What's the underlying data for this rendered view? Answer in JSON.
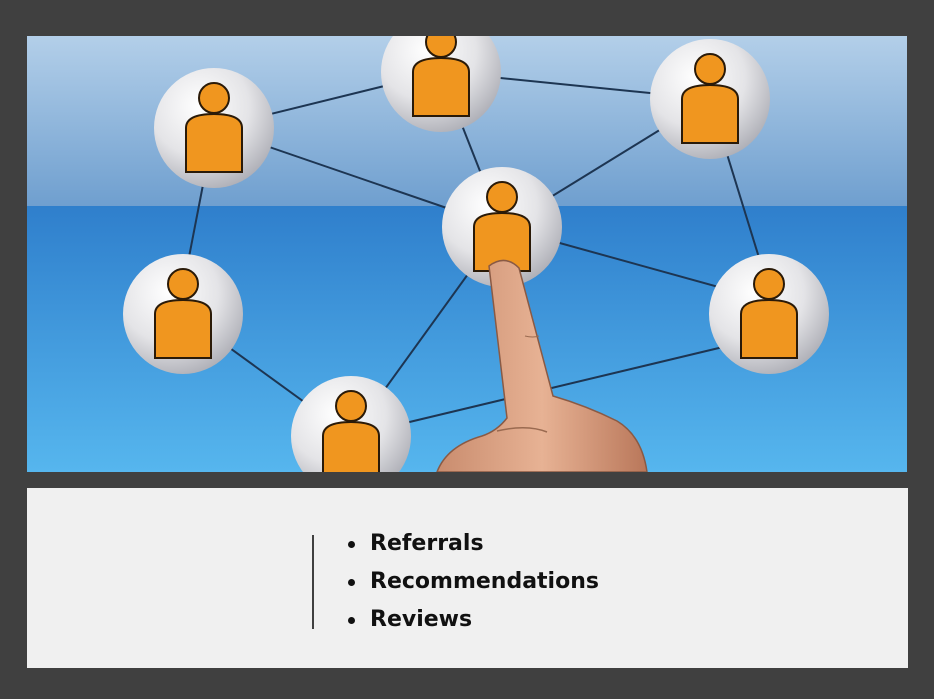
{
  "slide": {
    "image": {
      "description_icons": [
        "person-icon"
      ],
      "colors": {
        "sky_top": "#a9c7e4",
        "sky_bottom": "#6f9fcf",
        "sea_top": "#2f86d4",
        "sea_bottom": "#52b2ec",
        "sphere": "#e6e6e8",
        "person": "#f0961f",
        "line": "#1d3552"
      }
    },
    "bullets": [
      {
        "label": "Referrals"
      },
      {
        "label": "Recommendations"
      },
      {
        "label": "Reviews"
      }
    ]
  }
}
